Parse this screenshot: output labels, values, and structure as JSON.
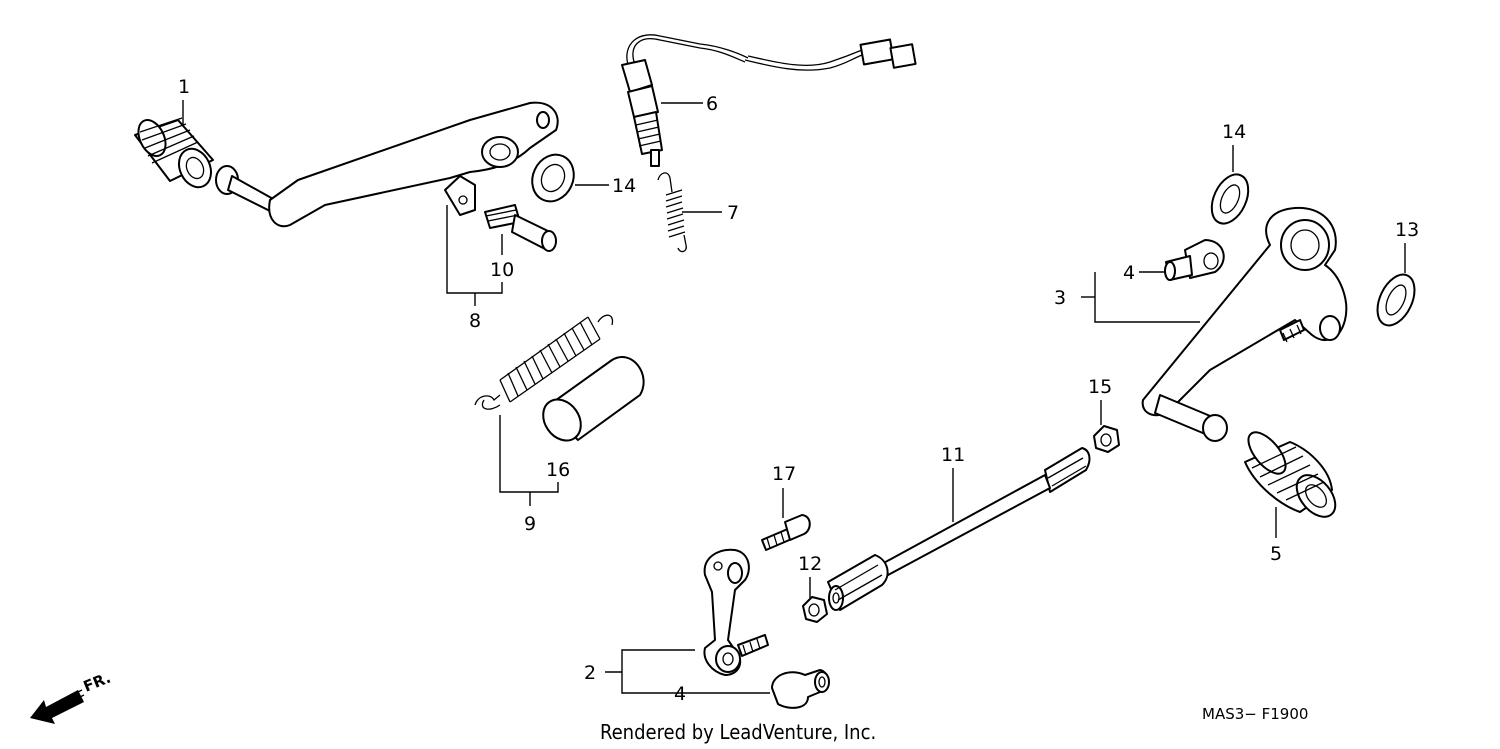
{
  "callouts": {
    "c1": "1",
    "c2": "2",
    "c3": "3",
    "c4a": "4",
    "c4b": "4",
    "c5": "5",
    "c6": "6",
    "c7": "7",
    "c8": "8",
    "c9": "9",
    "c10": "10",
    "c11": "11",
    "c12": "12",
    "c13": "13",
    "c14a": "14",
    "c14b": "14",
    "c15": "15",
    "c16": "16",
    "c17": "17"
  },
  "footer": {
    "credit": "Rendered by LeadVenture, Inc.",
    "diagram_code": "MAS3− F1900",
    "direction": "FR."
  },
  "icons": {
    "direction_arrow": "front-direction-arrow-icon"
  }
}
